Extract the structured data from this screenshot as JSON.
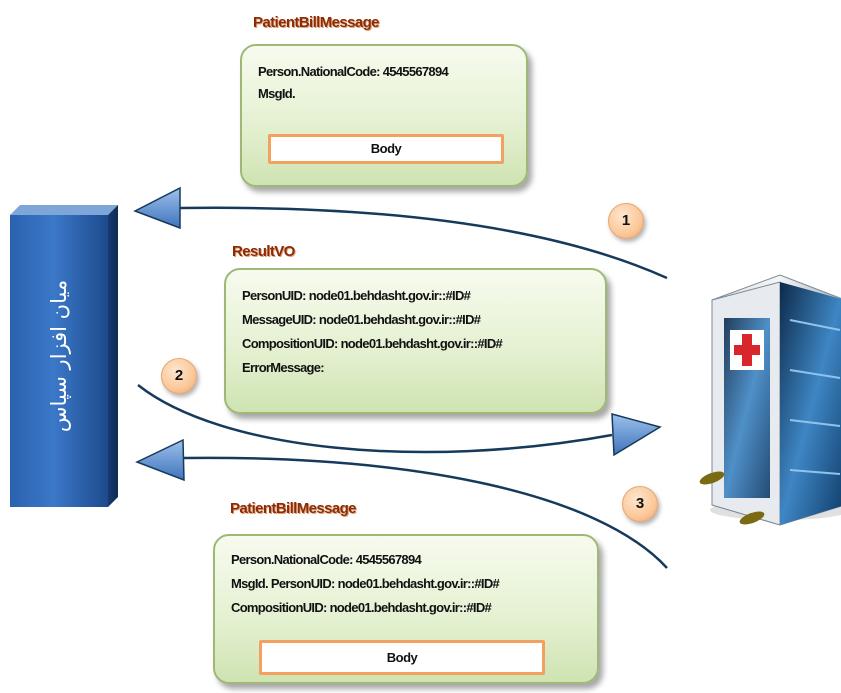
{
  "middleware_label": "میان افزار سپاس",
  "steps": [
    "1",
    "2",
    "3"
  ],
  "message_top": {
    "title": "PatientBillMessage",
    "lines": [
      "Person.NationalCode: 4545567894",
      "MsgId."
    ],
    "body_label": "Body"
  },
  "result": {
    "title": "ResultVO",
    "lines": [
      "PersonUID: node01.behdasht.gov.ir::#ID#",
      "MessageUID: node01.behdasht.gov.ir::#ID#",
      "CompositionUID: node01.behdasht.gov.ir::#ID#",
      "ErrorMessage:"
    ]
  },
  "message_bottom": {
    "title": "PatientBillMessage",
    "lines": [
      "Person.NationalCode: 4545567894",
      "MsgId. PersonUID: node01.behdasht.gov.ir::#ID#",
      "CompositionUID: node01.behdasht.gov.ir::#ID#"
    ],
    "body_label": "Body"
  },
  "colors": {
    "title": "#8a2c05",
    "box_border": "#9fb878",
    "arrow": "#163a5c",
    "arrow_head": "#4f7fb5",
    "pillar": "#1f4f95",
    "step_badge": "#fbc89a",
    "body_border": "#f3a060"
  },
  "icons": [
    "hospital-building-icon",
    "footprints-icon"
  ]
}
